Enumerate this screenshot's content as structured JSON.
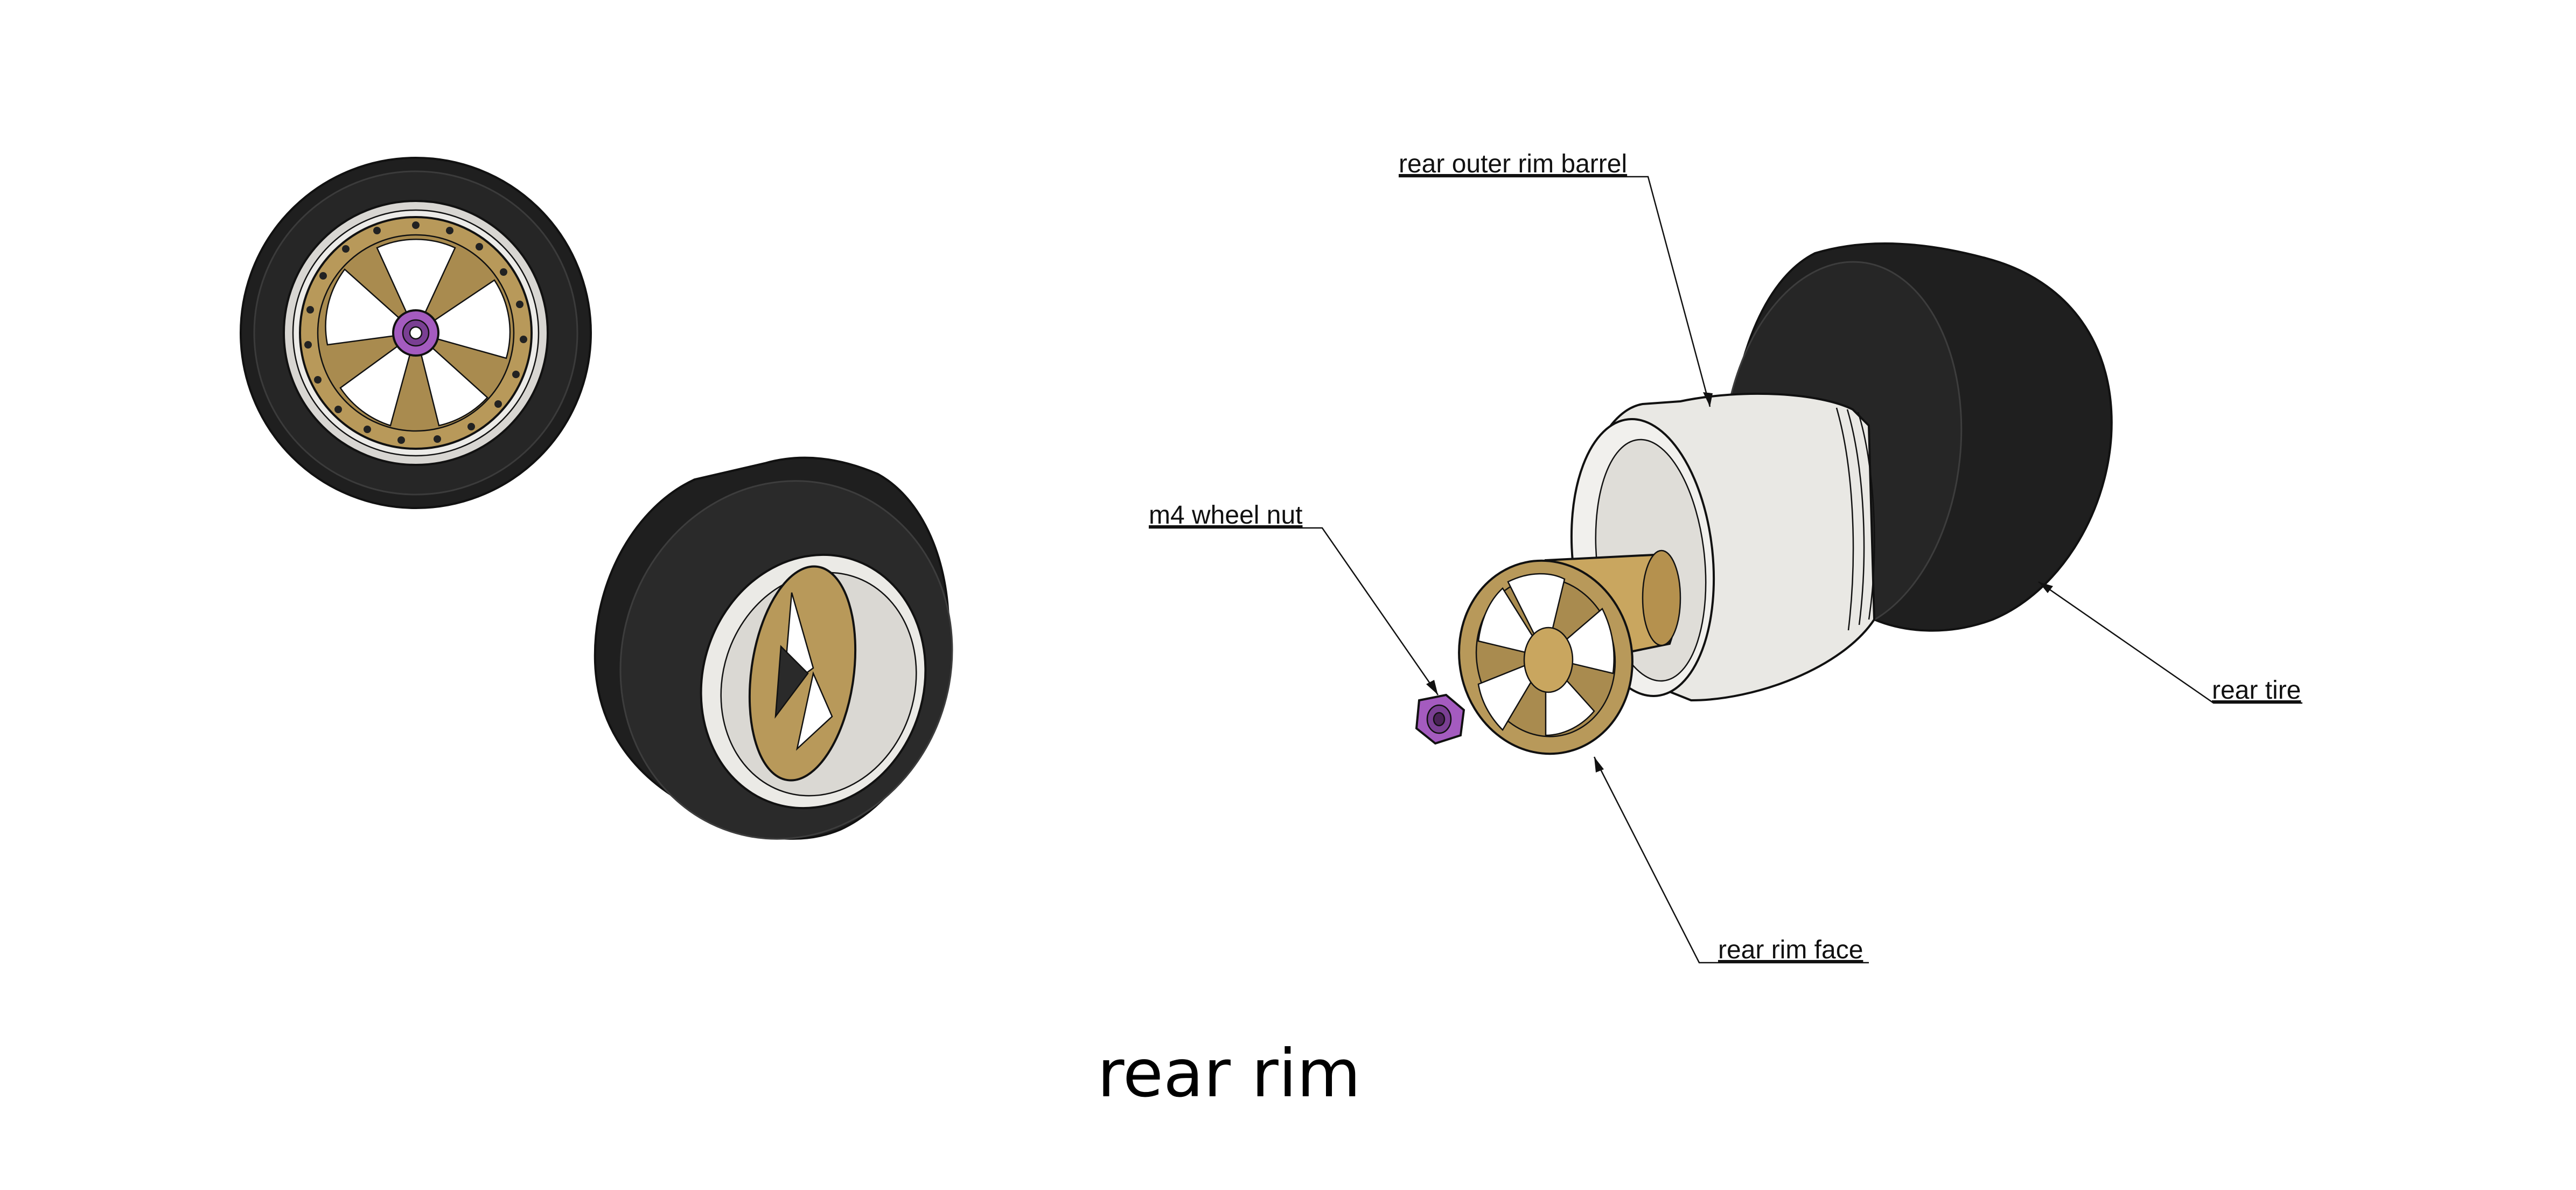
{
  "title": "rear rim",
  "callouts": {
    "barrel": "rear outer rim barrel",
    "nut": "m4 wheel nut",
    "tire": "rear tire",
    "face": "rear rim face"
  },
  "colors": {
    "tire": "#1f1f1f",
    "tire_highlight": "#3a3a3a",
    "barrel": "#e7e5e0",
    "rim_face": "#b8995a",
    "nut": "#a45bbf",
    "hub": "#c9a65f"
  }
}
